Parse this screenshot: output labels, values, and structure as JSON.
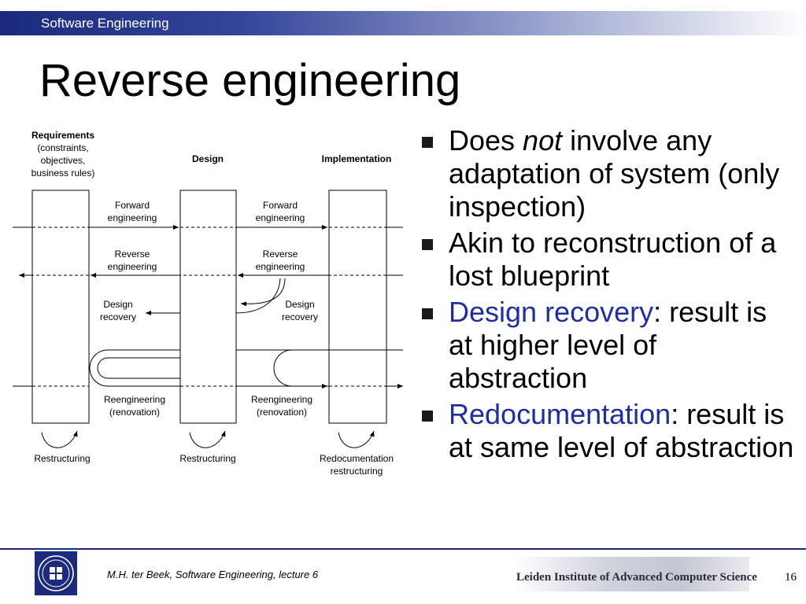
{
  "header": {
    "course": "Software Engineering"
  },
  "slide": {
    "title": "Reverse engineering",
    "bullets": [
      {
        "pre": "Does ",
        "em": "not",
        "post": " involve any adaptation of system (only inspection)"
      },
      {
        "text": "Akin to reconstruction of a lost blueprint"
      },
      {
        "highlight": "Design recovery",
        "rest": ": result is at higher level of abstraction"
      },
      {
        "highlight": "Redocumentation",
        "rest": ": result is at same level of abstraction"
      }
    ]
  },
  "diagram": {
    "columns": {
      "requirements": [
        "Requirements",
        "(constraints,",
        "objectives,",
        "business rules)"
      ],
      "design": "Design",
      "implementation": "Implementation"
    },
    "labels": {
      "forward_1": [
        "Forward",
        "engineering"
      ],
      "forward_2": [
        "Forward",
        "engineering"
      ],
      "reverse_1": [
        "Reverse",
        "engineering"
      ],
      "reverse_2": [
        "Reverse",
        "engineering"
      ],
      "recovery_1": [
        "Design",
        "recovery"
      ],
      "recovery_2": [
        "Design",
        "recovery"
      ],
      "reeng_1": [
        "Reengineering",
        "(renovation)"
      ],
      "reeng_2": [
        "Reengineering",
        "(renovation)"
      ],
      "restructuring_1": "Restructuring",
      "restructuring_2": "Restructuring",
      "redoc": [
        "Redocumentation",
        "restructuring"
      ]
    }
  },
  "footer": {
    "credit": "M.H. ter Beek, Software Engineering, lecture 6",
    "institute": "Leiden Institute of Advanced Computer Science",
    "page": "16"
  },
  "colors": {
    "brand": "#1b2a7a",
    "highlight": "#1f2fa0"
  },
  "icons": {
    "bullet": "square-bullet-icon",
    "logo": "university-seal-icon"
  }
}
